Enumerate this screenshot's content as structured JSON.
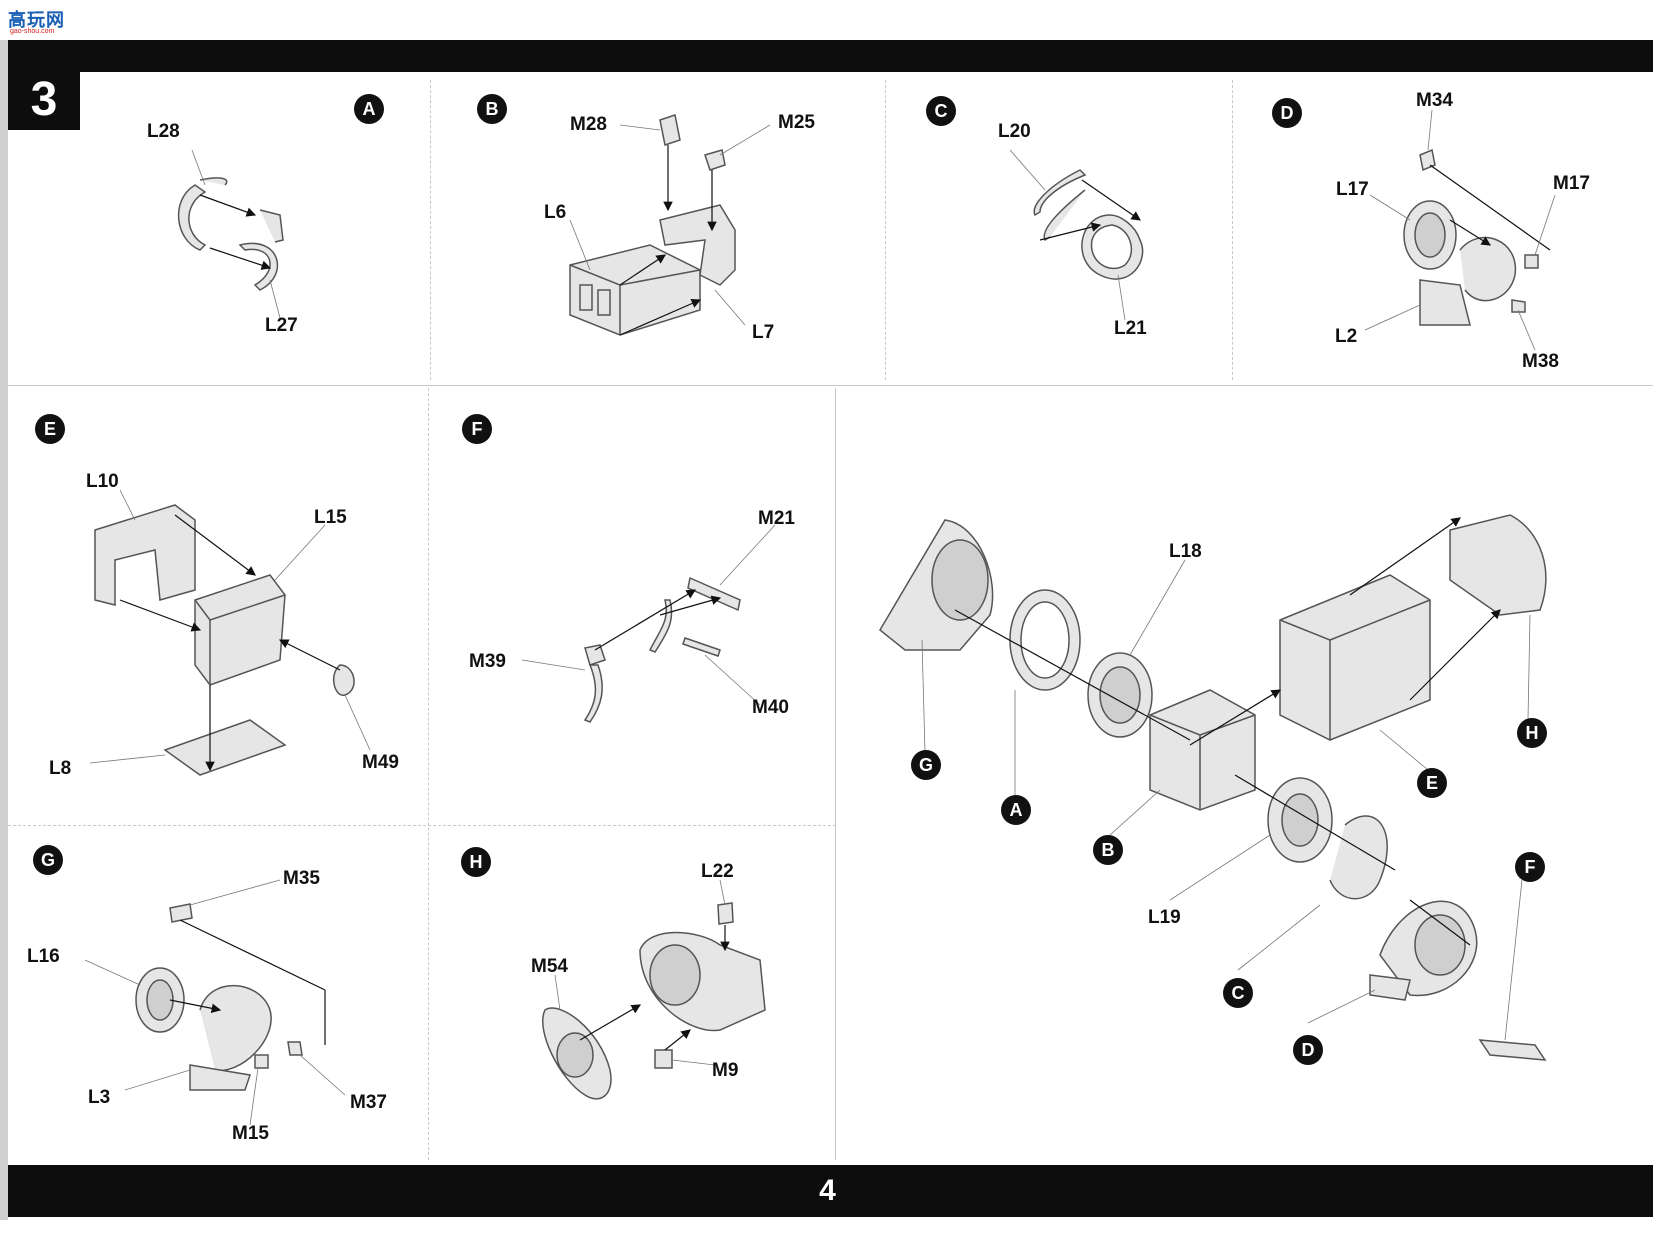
{
  "header": {
    "logo_text": "高玩网",
    "logo_url": "gao-shou.com",
    "step_number": "3",
    "page_number": "4"
  },
  "colors": {
    "bar": "#0d0d0d",
    "ink": "#111111",
    "part_fill": "#e6e6e6",
    "part_stroke": "#555555",
    "logo_blue": "#1a5fb4",
    "logo_red": "#d02020"
  },
  "panels": [
    {
      "id": "A",
      "badge": "A",
      "parts": [
        "L28",
        "L27"
      ]
    },
    {
      "id": "B",
      "badge": "B",
      "parts": [
        "M28",
        "M25",
        "L6",
        "L7"
      ]
    },
    {
      "id": "C",
      "badge": "C",
      "parts": [
        "L20",
        "L21"
      ]
    },
    {
      "id": "D",
      "badge": "D",
      "parts": [
        "M34",
        "L17",
        "M17",
        "L2",
        "M38"
      ]
    },
    {
      "id": "E",
      "badge": "E",
      "parts": [
        "L10",
        "L15",
        "L8",
        "M49"
      ]
    },
    {
      "id": "F",
      "badge": "F",
      "parts": [
        "M21",
        "M39",
        "M40"
      ]
    },
    {
      "id": "G",
      "badge": "G",
      "parts": [
        "M35",
        "L16",
        "L3",
        "M15",
        "M37"
      ]
    },
    {
      "id": "H",
      "badge": "H",
      "parts": [
        "L22",
        "M54",
        "M9"
      ]
    }
  ],
  "main_assembly": {
    "parts": [
      "L18",
      "L19"
    ],
    "subassemblies": [
      "G",
      "A",
      "B",
      "E",
      "H",
      "C",
      "D",
      "F"
    ]
  }
}
